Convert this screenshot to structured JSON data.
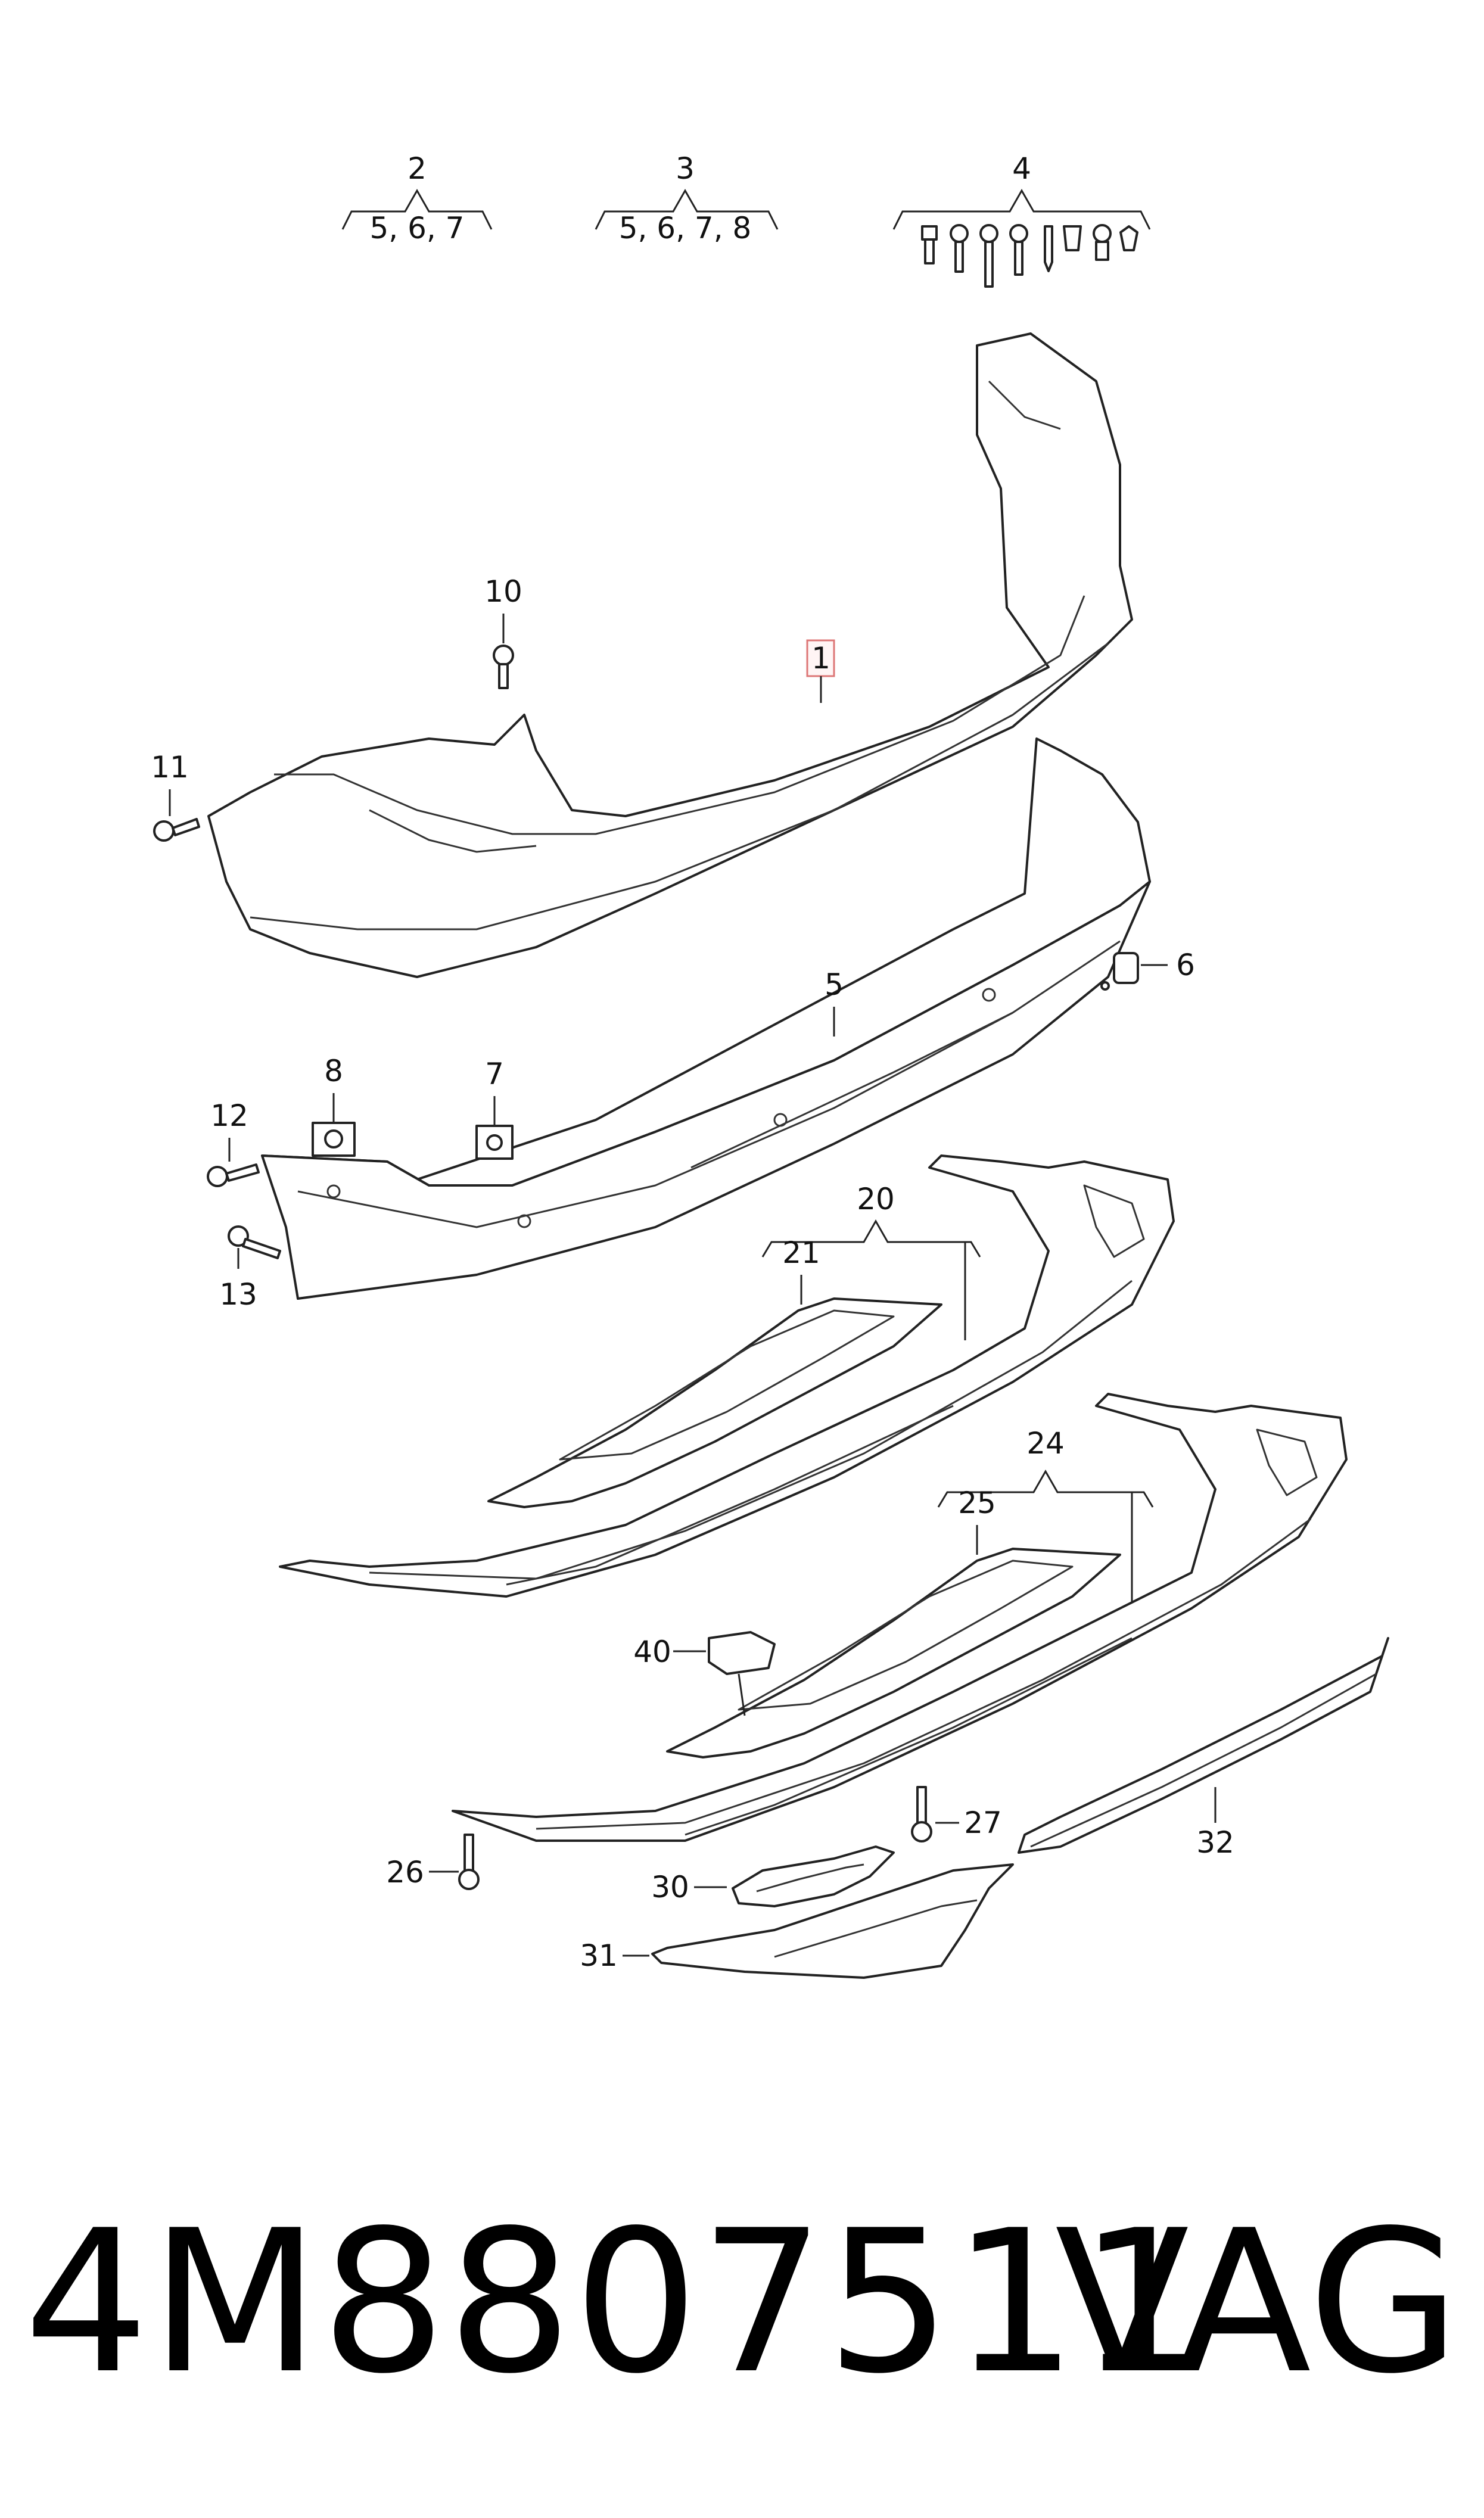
{
  "groups": {
    "g2": {
      "id": "2",
      "members": "5, 6, 7"
    },
    "g3": {
      "id": "3",
      "members": "5, 6, 7, 8"
    },
    "g4": {
      "id": "4"
    },
    "g20": {
      "id": "20"
    },
    "g24": {
      "id": "24"
    }
  },
  "labels": {
    "l1": "1",
    "l5": "5",
    "l6": "6",
    "l7": "7",
    "l8": "8",
    "l10": "10",
    "l11": "11",
    "l12": "12",
    "l13": "13",
    "l21": "21",
    "l25": "25",
    "l26": "26",
    "l27": "27",
    "l30": "30",
    "l31": "31",
    "l32": "32",
    "l40": "40"
  },
  "footer": {
    "part_number": "4M8807511",
    "brand": "VAG"
  },
  "colors": {
    "line": "#222222",
    "highlight": "#d77777"
  }
}
